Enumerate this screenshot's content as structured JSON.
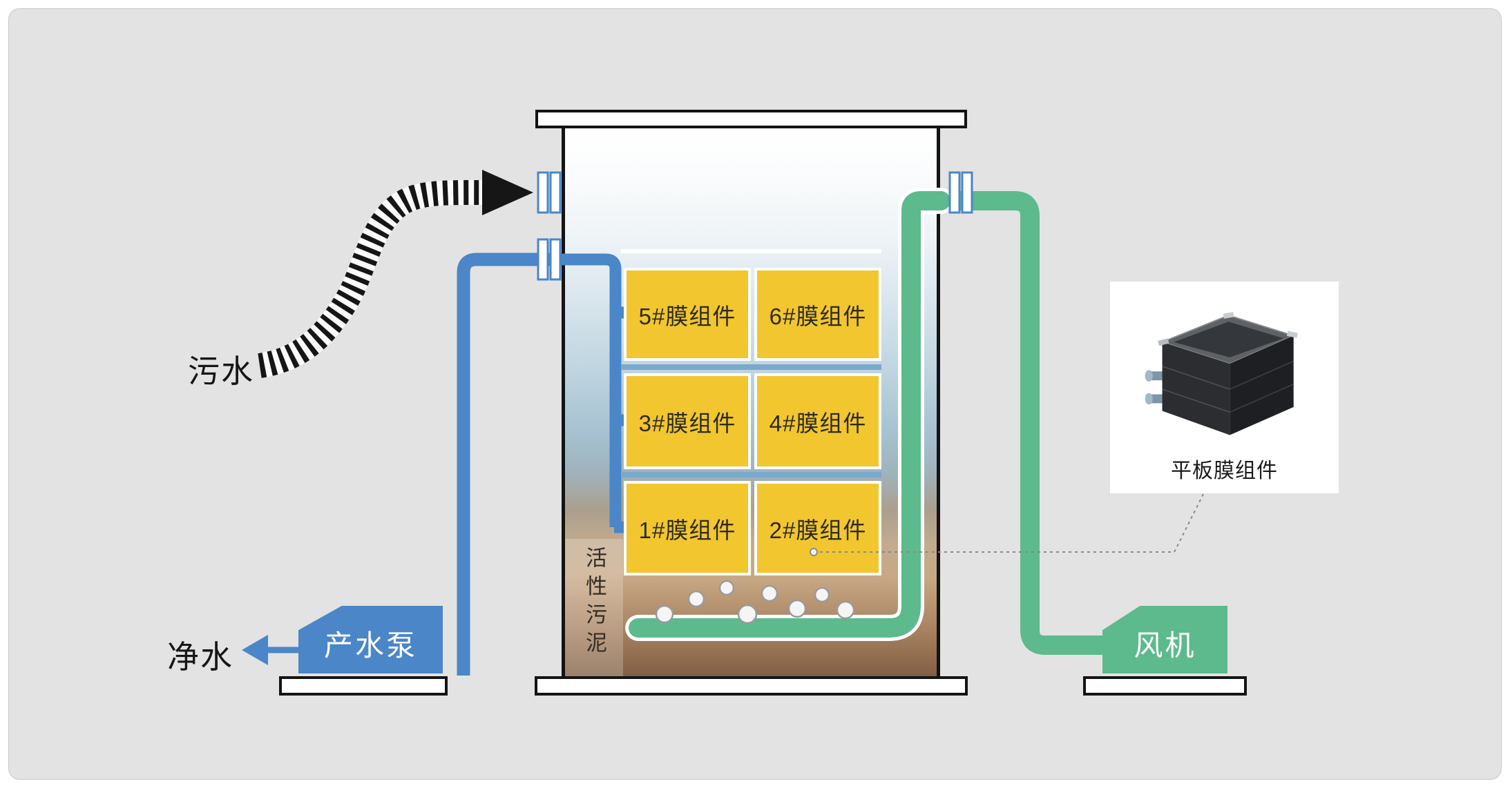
{
  "diagram": {
    "labels": {
      "influent": "污水",
      "effluent": "净水",
      "pump": "产水泵",
      "blower": "风机",
      "activated_sludge": "活性污泥",
      "flat_membrane_module": "平板膜组件"
    },
    "membrane_modules": [
      "5#膜组件",
      "6#膜组件",
      "3#膜组件",
      "4#膜组件",
      "1#膜组件",
      "2#膜组件"
    ],
    "colors": {
      "canvas_background": "#e3e3e3",
      "module_fill": "#f1c62e",
      "water_pipe_blue": "#4a86c8",
      "air_pipe_green": "#5cba8c",
      "influent_pipe_black": "#161616",
      "tank_outline": "#141414",
      "row_separator_blue": "#79aacd",
      "sludge_brown": "#7b5a41"
    }
  }
}
